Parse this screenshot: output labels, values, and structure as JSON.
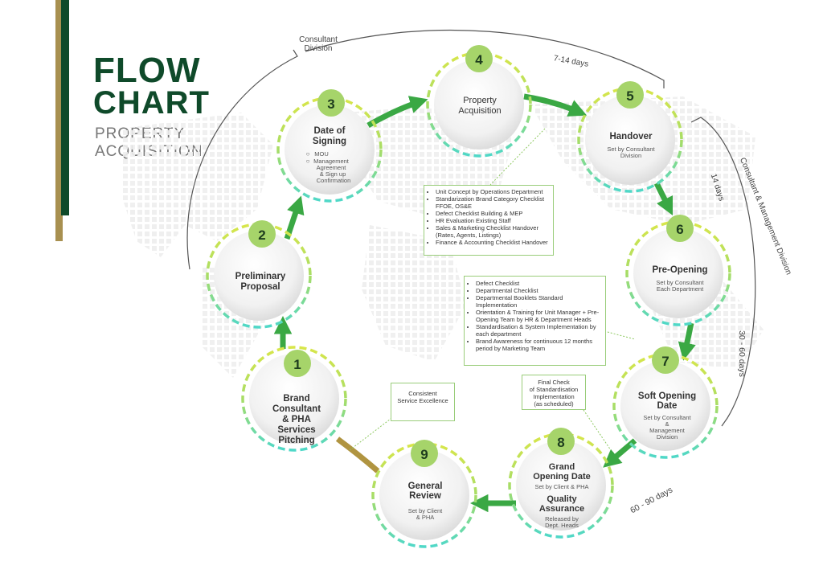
{
  "header": {
    "title_line1": "FLOW",
    "title_line2": "CHART",
    "subtitle_line1": "PROPERTY",
    "subtitle_line2": "ACQUISITION"
  },
  "colors": {
    "brand_dark_green": "#0f4a2a",
    "gold": "#a89050",
    "arrow_green": "#3aa844",
    "number_badge": "#a6d46a",
    "ring_top": "#d8e64a",
    "ring_bottom": "#4fd8c8"
  },
  "nodes": [
    {
      "number": "1",
      "title_lines": [
        "Brand",
        "Consultant",
        "& PHA",
        "Services",
        "Pitching"
      ],
      "sub_lines": []
    },
    {
      "number": "2",
      "title_lines": [
        "Preliminary",
        "Proposal"
      ],
      "sub_lines": []
    },
    {
      "number": "3",
      "title_lines": [
        "Date of",
        "Signing"
      ],
      "sub_lines": [
        "MOU",
        "Management",
        "Agreement",
        "& Sign up",
        "Confirmation"
      ]
    },
    {
      "number": "4",
      "title_lines": [
        "Property",
        "Acquisition"
      ],
      "sub_lines": []
    },
    {
      "number": "5",
      "title_lines": [
        "Handover"
      ],
      "sub_lines": [
        "Set by Consultant",
        "Division"
      ]
    },
    {
      "number": "6",
      "title_lines": [
        "Pre-Opening"
      ],
      "sub_lines": [
        "Set by Consultant",
        "Each Department"
      ]
    },
    {
      "number": "7",
      "title_lines": [
        "Soft Opening",
        "Date"
      ],
      "sub_lines": [
        "Set by Consultant",
        "&",
        "Management",
        "Division"
      ]
    },
    {
      "number": "8",
      "title_lines": [
        "Grand",
        "Opening Date"
      ],
      "sub_lines": [
        "Set by Client & PHA"
      ],
      "title2_lines": [
        "Quality",
        "Assurance"
      ],
      "sub2_lines": [
        "Released by",
        "Dept. Heads"
      ]
    },
    {
      "number": "9",
      "title_lines": [
        "General",
        "Review"
      ],
      "sub_lines": [
        "Set by Client",
        "& PHA"
      ]
    }
  ],
  "arc_labels": {
    "consultant_division": [
      "Consultant",
      "Division"
    ],
    "consultant_management": "Consultant & Management Division",
    "days_7_14": "7-14 days",
    "days_14": "14 days",
    "days_30_60": "30 - 60 days",
    "days_60_90": "60 - 90 days"
  },
  "boxes": {
    "acquisition_list": [
      "Unit Concept by Operations Department",
      "Standarization Brand Category Checklist FFOE, OS&E",
      "Defect Checklist Building & MEP",
      "HR Evaluation Existing Staff",
      "Sales & Marketing Checklist Handover (Rates, Agents, Listings)",
      "Finance & Accounting Checklist Handover"
    ],
    "preopening_list": [
      "Defect Checklist",
      "Departmental Checklist",
      "Departmental Booklets Standard Implementation",
      "Orientation & Training for Unit Manager + Pre-Opening Team by HR & Department Heads",
      "Standardisation & System Implementation by each department",
      "Brand Awareness for continuous 12 months period by Marketing Team"
    ],
    "consistent": [
      "Consistent",
      "Service Excellence"
    ],
    "final_check": [
      "Final Check",
      "of Standardisation",
      "Implementation",
      "(as scheduled)"
    ]
  }
}
